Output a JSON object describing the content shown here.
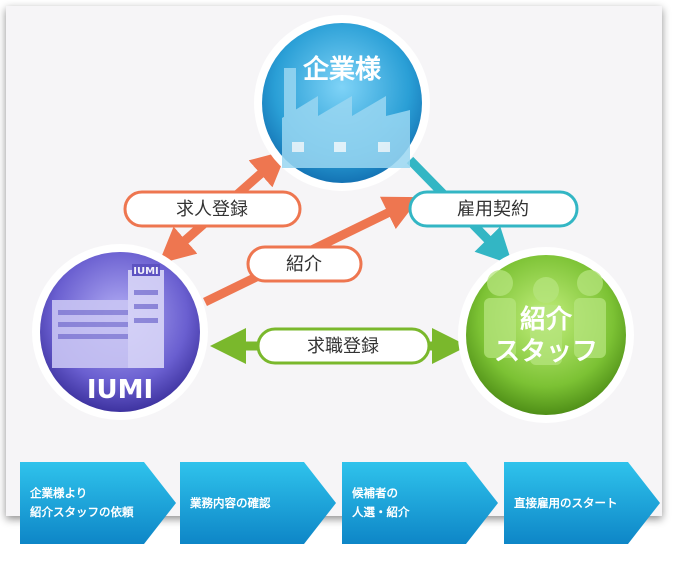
{
  "nodes": {
    "company": {
      "label": "企業様",
      "color": "#2a9fd6"
    },
    "iumi": {
      "label": "IUMI",
      "sign": "IUMI",
      "color": "#6a5fd0"
    },
    "staff": {
      "label_line1": "紹介",
      "label_line2": "スタッフ",
      "color": "#7cc234"
    }
  },
  "edges": {
    "job_registration": {
      "label": "求人登録",
      "color": "#ee7650"
    },
    "introduction": {
      "label": "紹介",
      "color": "#ee7650"
    },
    "employment_contract": {
      "label": "雇用契約",
      "color": "#33b6c4"
    },
    "job_seeker_registration": {
      "label": "求職登録",
      "color": "#7ab82c"
    }
  },
  "steps": [
    {
      "label": "企業様より\n紹介スタッフの依頼"
    },
    {
      "label": "業務内容の確認"
    },
    {
      "label": "候補者の\n人選・紹介"
    },
    {
      "label": "直接雇用のスタート"
    }
  ]
}
